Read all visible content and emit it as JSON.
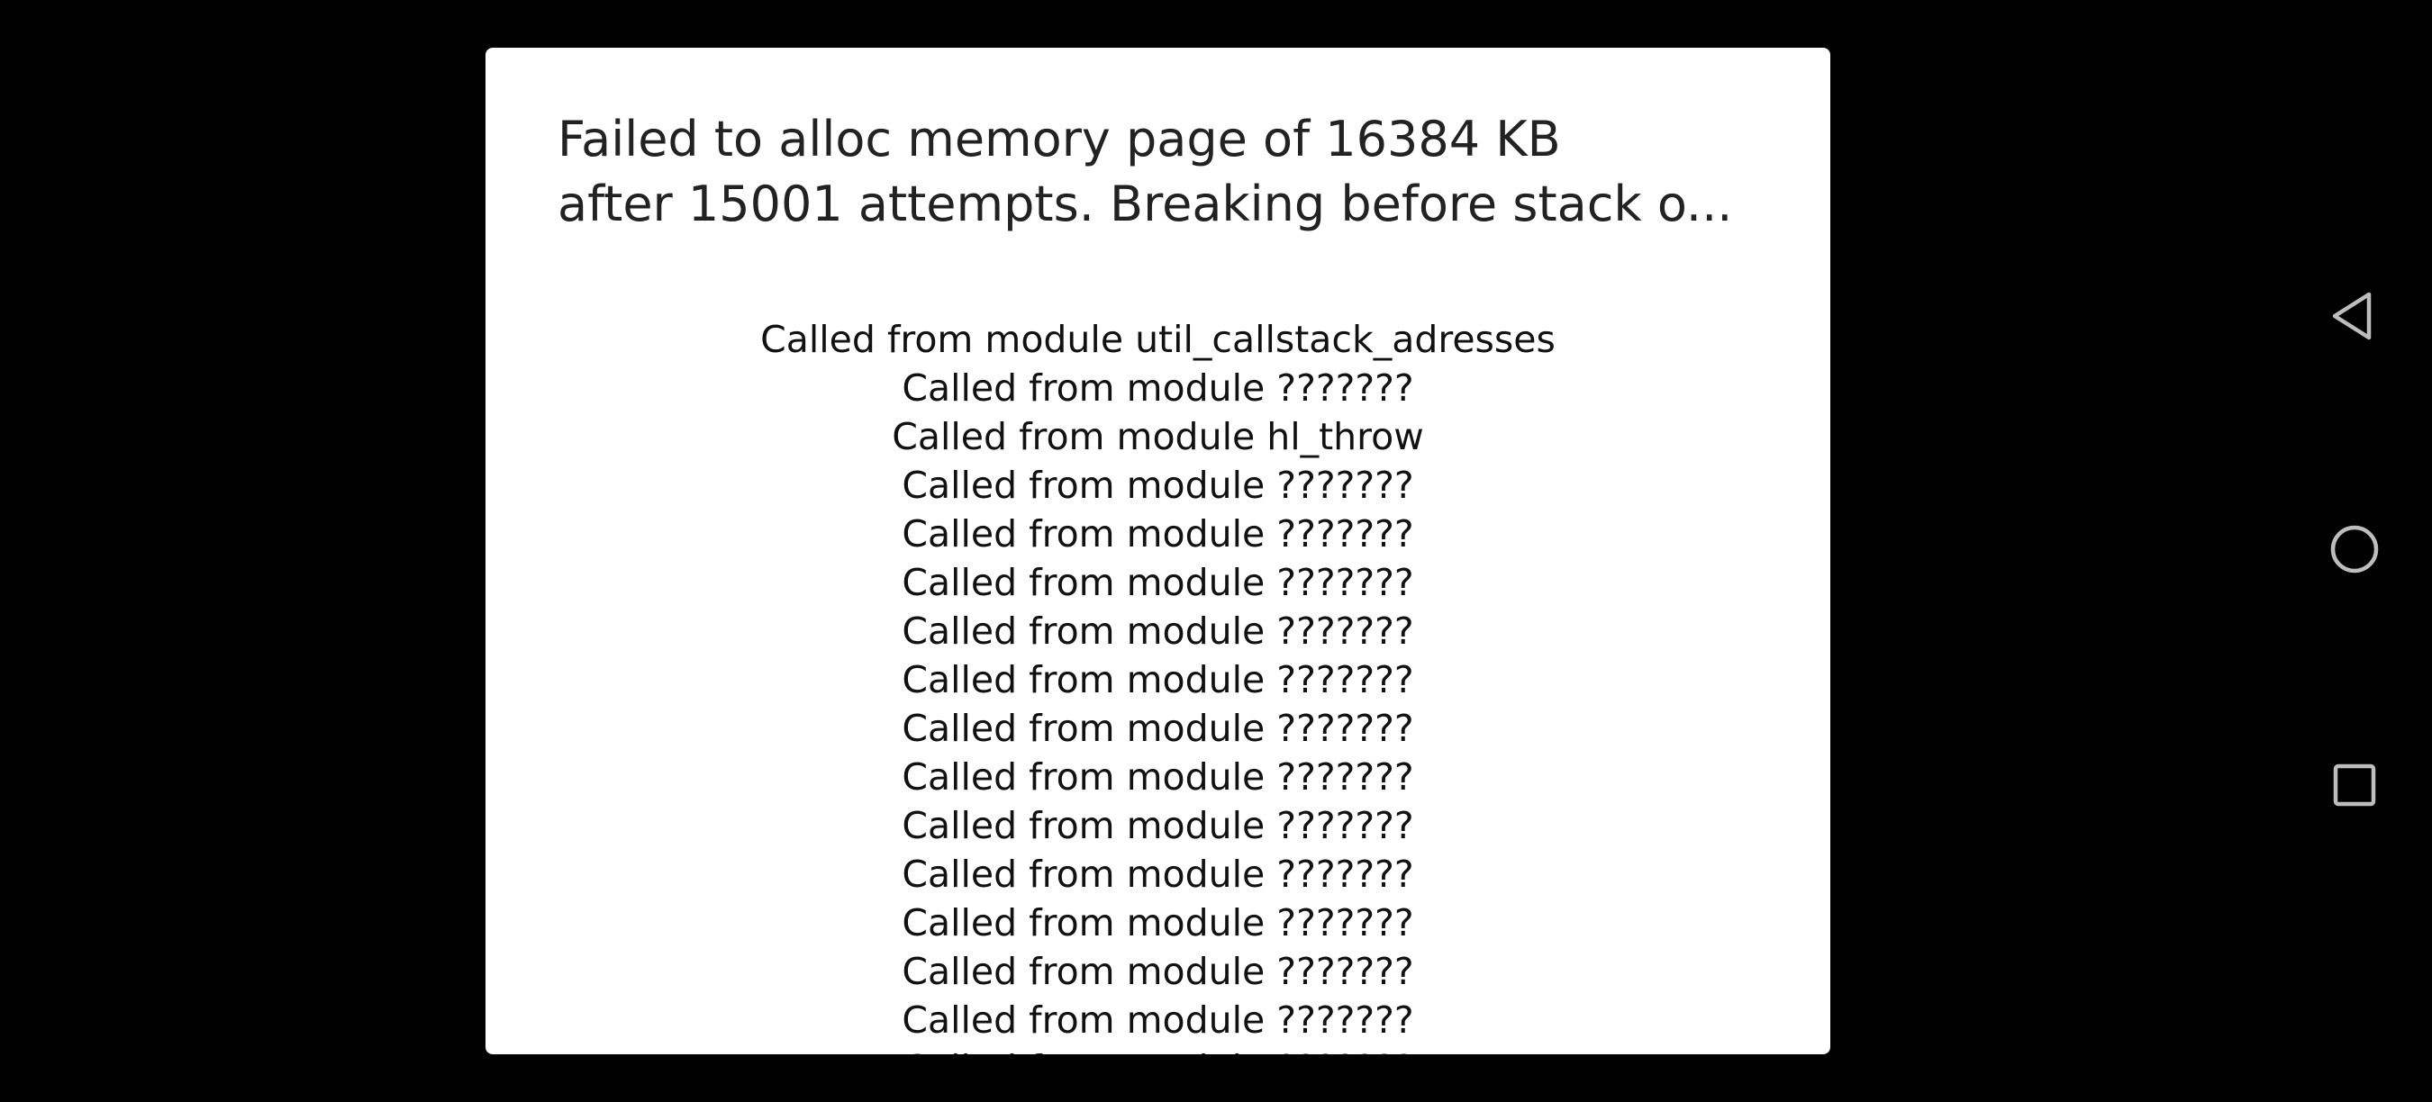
{
  "dialog": {
    "title_lines": [
      "Failed to alloc memory page of 16384 KB",
      "after 15001 attempts. Breaking before stack o..."
    ],
    "message_lines": [
      "Called from module util_callstack_adresses",
      "Called from module ???????",
      "Called from module hl_throw",
      "Called from module ???????",
      "Called from module ???????",
      "Called from module ???????",
      "Called from module ???????",
      "Called from module ???????",
      "Called from module ???????",
      "Called from module ???????",
      "Called from module ???????",
      "Called from module ???????",
      "Called from module ???????",
      "Called from module ???????",
      "Called from module ???????",
      "Called from module ???????"
    ]
  },
  "nav_bar": {
    "icons": {
      "back": "back-triangle-icon",
      "home": "home-circle-icon",
      "recents": "recents-square-icon"
    },
    "icon_color": "#bdbdbd"
  },
  "colors": {
    "background": "#000000",
    "dialog_background": "#ffffff",
    "title_text": "#222222",
    "message_text": "#111111"
  }
}
